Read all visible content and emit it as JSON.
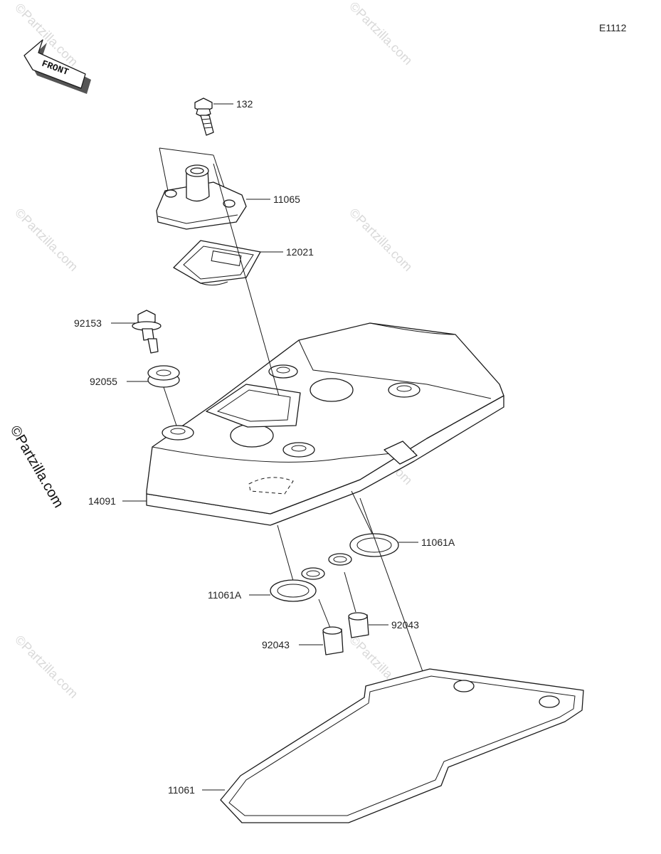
{
  "diagram": {
    "code": "E1112",
    "front_label": "FRONT",
    "watermark_side": "©Partzilla.com",
    "watermark_faint": "©Partzilla.com",
    "parts": {
      "bolt_top": "132",
      "breather_cover": "11065",
      "breather_plate": "12021",
      "cover_bolt": "92153",
      "grommet": "92055",
      "head_cover": "14091",
      "plug_gasket_right": "11061A",
      "plug_gasket_left": "11061A",
      "dowel_right": "92043",
      "dowel_left": "92043",
      "cover_gasket": "11061"
    }
  }
}
